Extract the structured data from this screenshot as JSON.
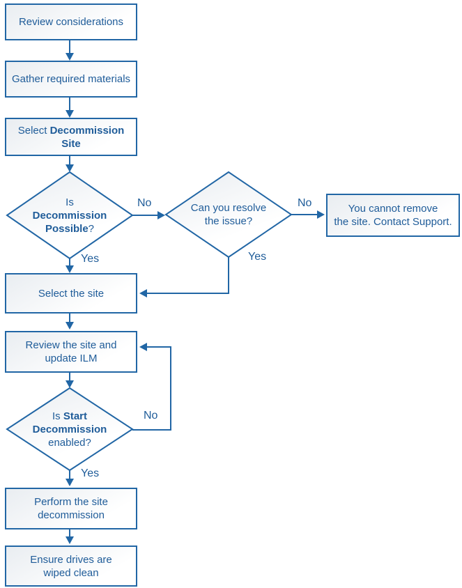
{
  "colors": {
    "line": "#2166a5",
    "border": "#2166a5",
    "text": "#1f5c99",
    "fill_a": "#e9edf1",
    "fill_b": "#ffffff"
  },
  "nodes": {
    "review_considerations": {
      "label": "Review considerations"
    },
    "gather_materials": {
      "label": "Gather required materials"
    },
    "select_decommission_site": {
      "prefix": "Select ",
      "bold": "Decommission Site"
    },
    "is_decommission_possible": {
      "line1": "Is",
      "line2_bold": "Decommission",
      "line3_bold": "Possible",
      "line3_suffix": "?"
    },
    "can_you_resolve": {
      "line1": "Can you resolve",
      "line2": "the issue?"
    },
    "cannot_remove": {
      "line1": "You cannot remove",
      "line2": "the site. Contact Support."
    },
    "select_site": {
      "label": "Select the site"
    },
    "review_site_ilm": {
      "line1": "Review the site and",
      "line2": "update ILM"
    },
    "is_start_decommission": {
      "line1_prefix": "Is ",
      "line1_bold": "Start",
      "line2_bold": "Decommission",
      "line3": "enabled?"
    },
    "perform_decommission": {
      "line1": "Perform the site",
      "line2": "decommission"
    },
    "ensure_drives": {
      "line1": "Ensure drives are",
      "line2": "wiped clean"
    }
  },
  "edge_labels": {
    "d1_no": "No",
    "d1_yes": "Yes",
    "d2_no": "No",
    "d2_yes": "Yes",
    "d3_no": "No",
    "d3_yes": "Yes"
  }
}
